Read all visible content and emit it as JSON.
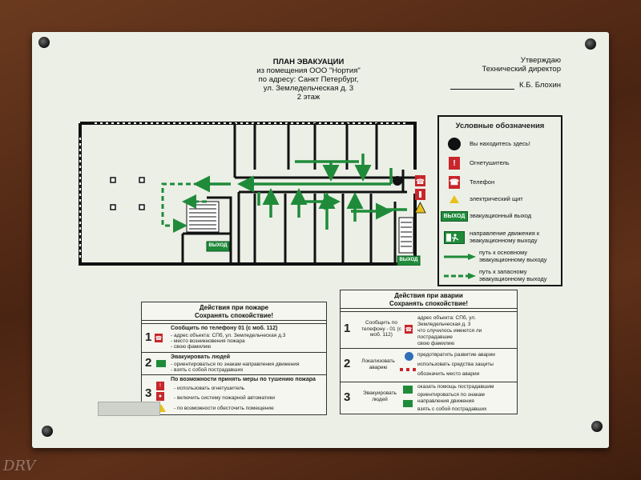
{
  "header": {
    "title": "ПЛАН ЭВАКУАЦИИ",
    "line2": "из помещения ООО \"Нортия\"",
    "line3": "по адресу: Санкт Петербург,",
    "line4": "ул. Земледельческая д. 3",
    "line5": "2 этаж"
  },
  "approval": {
    "line1": "Утверждаю",
    "line2": "Технический директор",
    "name": "К.Б. Блохин"
  },
  "plan": {
    "exit_label_left": "ВЫХОД",
    "exit_label_right": "ВЫХОД"
  },
  "legend": {
    "title": "Условные обозначения",
    "items": [
      {
        "icon": "you-are-here-dot",
        "text": "Вы находитесь здесь!"
      },
      {
        "icon": "extinguisher-icon",
        "text": "Огнетушитель"
      },
      {
        "icon": "phone-icon",
        "text": "Телефон"
      },
      {
        "icon": "electric-panel-icon",
        "text": "электрический щит"
      },
      {
        "icon": "exit-sign",
        "sign": "ВЫХОД",
        "text": "эвакуационный выход"
      },
      {
        "icon": "running-man-sign",
        "text": "направление движения к эвакуационному выходу"
      },
      {
        "icon": "solid-arrow",
        "text": "путь к основному эвакуационному выходу"
      },
      {
        "icon": "dashed-arrow",
        "text": "путь к запасному эвакуационному выходу"
      }
    ]
  },
  "fire_box": {
    "title1": "Действия при пожаре",
    "title2": "Сохранять спокойствие!",
    "s1_num": "1",
    "s1_title": "Сообщить по телефону 01 (с моб. 112)",
    "s1_l1": "- адрес объекта: СПб, ул. Земледельческая д.3",
    "s1_l2": "- место возникновения пожара",
    "s1_l3": "- свою фамилию",
    "s2_num": "2",
    "s2_title": "Эвакуировать людей",
    "s2_l1": "- ориентироваться по знакам направления движения",
    "s2_l2": "- взять с собой пострадавших",
    "s3_num": "3",
    "s3_title": "По возможности принять меры по тушению пожара",
    "s3_l1": "- использовать огнетушитель",
    "s3_l2": "- включить систему пожарной автоматики",
    "s3_l3": "- по возможности обесточить помещение"
  },
  "accident_box": {
    "title1": "Действия при аварии",
    "title2": "Сохранять спокойствие!",
    "s1_num": "1",
    "s1_title": "Сообщить по телефону - 01 (с моб. 112)",
    "s1_l1": "адрес объекта: СПб, ул. Земледельческая д. 3",
    "s1_l2": "что случилось имеются ли пострадавшие",
    "s1_l3": "свою фамилию",
    "s2_num": "2",
    "s2_title": "Локализовать аварию",
    "s2_l1": "предотвратить развитие аварии",
    "s2_l2": "использовать средства защиты",
    "s2_l3": "обозначить место аварии",
    "s3_num": "3",
    "s3_title": "Эвакуировать людей",
    "s3_l1": "оказать помощь пострадавшим",
    "s3_l2": "ориентироваться по знакам направления движения",
    "s3_l3": "взять с собой пострадавших"
  },
  "watermark": "DRV",
  "colors": {
    "green": "#1f8b3a",
    "red": "#c8262b",
    "board": "#ecefe6",
    "wall": "#111111"
  }
}
